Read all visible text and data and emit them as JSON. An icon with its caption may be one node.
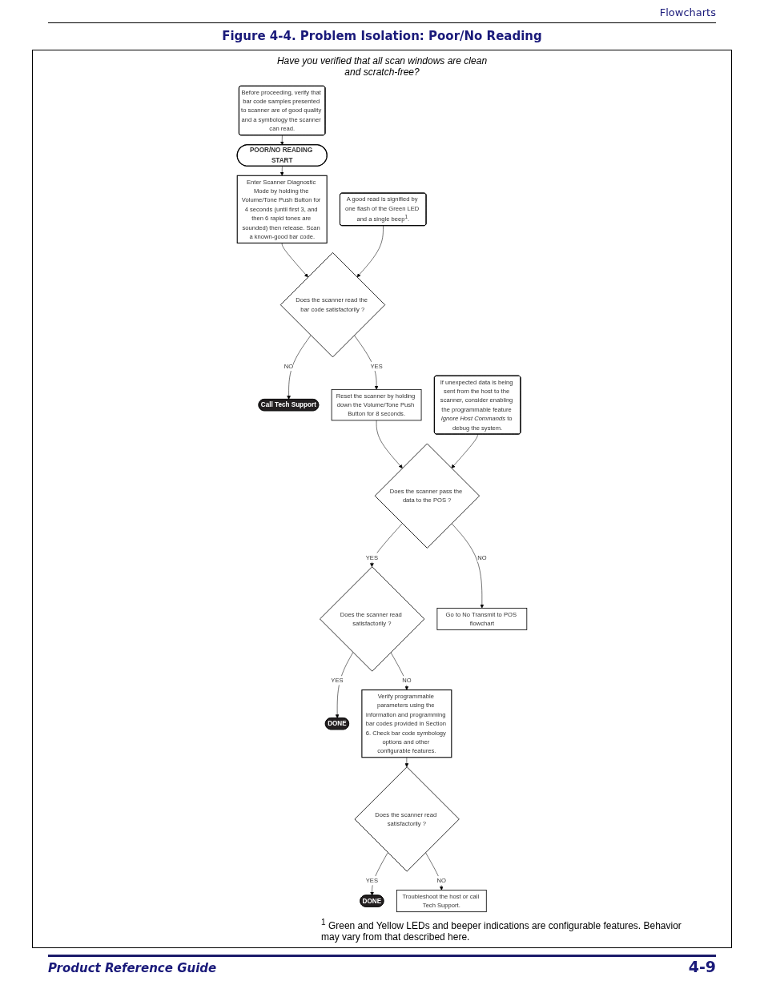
{
  "diagram": {
    "title": "Figure 4-4. Problem Isolation: Poor/No Reading",
    "nodes": [
      {
        "text": [
          "POOR/NO READING START"
        ]
      },
      {
        "text": [
          "Before proceeding, verify that bar code samples presented to scanner are of good quality and a symbology the scanner can read."
        ]
      },
      {
        "text": [
          "Enter Scanner Diagnostic Mode by holding the Volume/Tone Push Button for 4 seconds (until first 3, and then 6 rapid tones are sounded) then release. Scan a known-good bar code."
        ]
      },
      {
        "text": [
          "A good read is signified by one flash of the Green LED and a single beep$^{1}$."
        ]
      },
      {
        "text": [
          "Does the scanner read the bar code satisfactorily ?"
        ]
      },
      {
        "text": [
          "Call Tech Support"
        ]
      },
      {
        "text": [
          "Reset the scanner by holding down the Volume/Tone Push Button for 8 seconds."
        ]
      },
      {
        "text": [
          "If unexpected data is being sent from the host to the scanner, consider enabling the programmable feature *Ignore Host Commands* to debug the system."
        ]
      },
      {
        "text": [
          "Does the scanner pass the data to the POS ?"
        ]
      },
      {
        "text": [
          "Does the scanner read satisfactorily ?"
        ]
      },
      {
        "text": [
          "DONE"
        ]
      },
      {
        "text": [
          "Go to No Transmit to POS flowchart"
        ]
      },
      {
        "text": [
          "Verify programmable parameters using the information and programming bar codes provided in Section 6. Check bar code symbology options and other configurable features."
        ]
      },
      {
        "text": [
          "Does the scanner read satisfactorily ?"
        ]
      },
      {
        "text": [
          "DONE"
        ]
      },
      {
        "text": [
          "Troubleshoot the host or call Tech Support."
        ]
      }
    ],
    "edges": [
      {
        "from": 1,
        "to": 0,
        "arrow": "to"
      },
      {
        "from": 0,
        "to": 2,
        "arrow": "to"
      },
      {
        "from": 2,
        "to": 4,
        "arrow": "to"
      },
      {
        "from": 3,
        "to": 4,
        "arrow": "to"
      },
      {
        "from": 4,
        "to": 5,
        "arrow": "to",
        "label": "NO"
      },
      {
        "from": 4,
        "to": 6,
        "arrow": "to",
        "label": "YES"
      },
      {
        "from": 6,
        "to": 8,
        "arrow": "to"
      },
      {
        "from": 7,
        "to": 8,
        "arrow": "to"
      },
      {
        "from": 8,
        "to": 9,
        "arrow": "to",
        "label": "YES"
      },
      {
        "from": 9,
        "to": 10,
        "arrow": "to",
        "label": "YES"
      },
      {
        "from": 8,
        "to": 11,
        "arrow": "to",
        "label": "NO"
      },
      {
        "from": 9,
        "to": 12,
        "arrow": "to",
        "label": "NO"
      },
      {
        "from": 12,
        "to": 13,
        "arrow": "to"
      },
      {
        "from": 13,
        "to": 14,
        "arrow": "to",
        "label": "YES"
      },
      {
        "from": 13,
        "to": 15,
        "arrow": "to",
        "label": "NO"
      }
    ],
    "labels": [
      "Flowcharts",
      "Have you verified that all scan windows are clean and scratch-free?",
      "$^{1}$ Green and Yellow LEDs and beeper indications are configurable features. Behavior may vary from that described here.",
      "Product Reference Guide",
      "4-9"
    ]
  }
}
